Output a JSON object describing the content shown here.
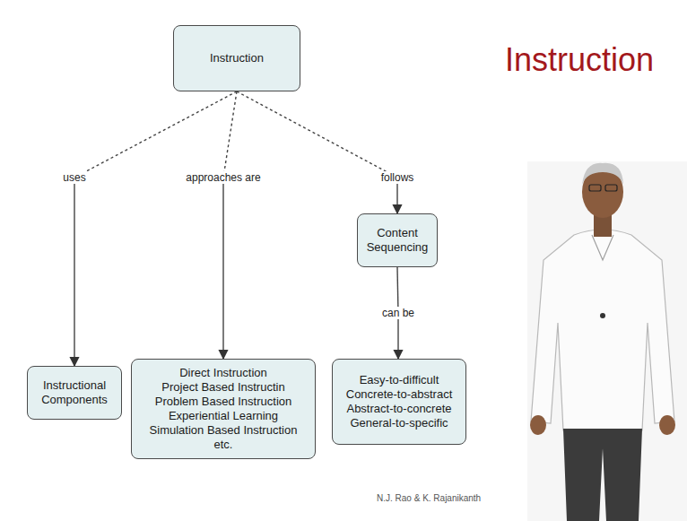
{
  "diagram": {
    "title": "Instruction",
    "nodes": [
      {
        "text": [
          "Instruction"
        ]
      },
      {
        "text": [
          "Instructional Components"
        ]
      },
      {
        "text": [
          "Direct Instruction",
          "Project Based Instructin",
          "Problem Based Instruction",
          "Experiential Learning",
          "Simulation Based Instruction",
          "etc."
        ]
      },
      {
        "text": [
          "Content Sequencing"
        ]
      },
      {
        "text": [
          "Easy-to-difficult",
          "Concrete-to-abstract",
          "Abstract-to-concrete",
          "General-to-specific"
        ]
      }
    ],
    "edges": [
      {
        "from": 0,
        "to": 1,
        "label": "uses",
        "arrow": "to"
      },
      {
        "from": 0,
        "to": 2,
        "label": "approaches are",
        "arrow": "to"
      },
      {
        "from": 0,
        "to": 3,
        "label": "follows",
        "arrow": "to"
      },
      {
        "from": 3,
        "to": 4,
        "label": "can be",
        "arrow": "to"
      }
    ],
    "labels": [
      "N.J. Rao & K. Rajanikanth"
    ]
  }
}
